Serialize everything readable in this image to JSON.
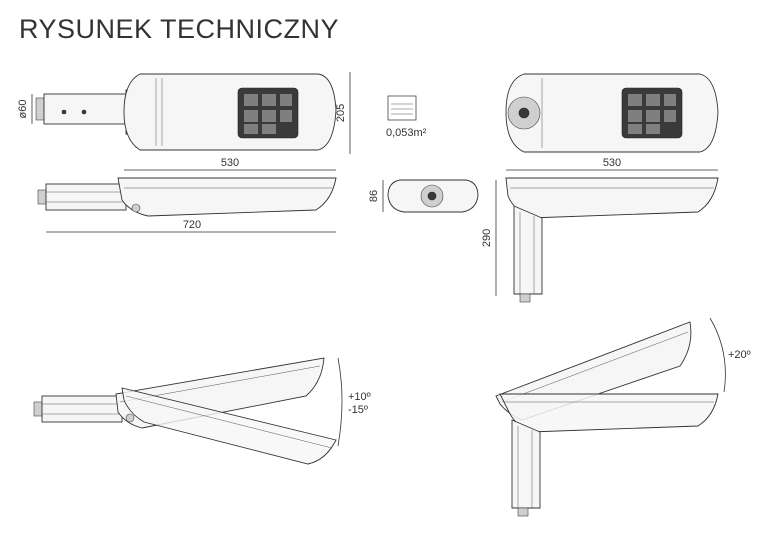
{
  "title": "RYSUNEK TECHNICZNY",
  "dimensions": {
    "diameter": "ø60",
    "height_top": "205",
    "width_top_left": "530",
    "width_top_right": "530",
    "total_length": "720",
    "front_height": "86",
    "area": "0,053m²",
    "mount_height": "290",
    "tilt_up": "+10º",
    "tilt_down": "-15º",
    "tilt_right": "+20º"
  }
}
